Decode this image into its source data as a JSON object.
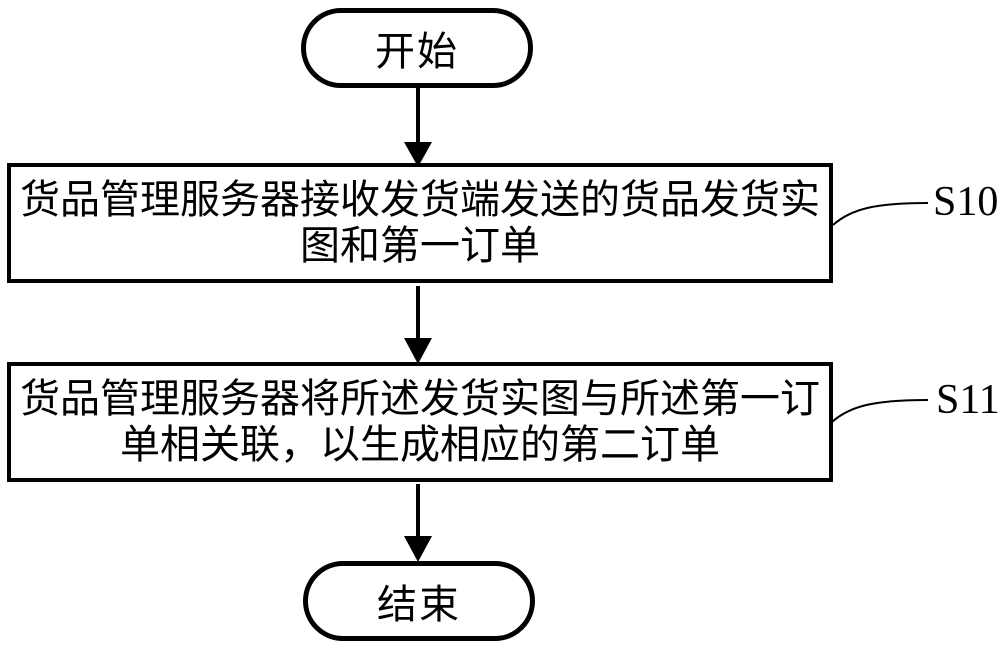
{
  "diagram": {
    "type": "flowchart",
    "background_color": "#ffffff",
    "stroke_color": "#000000",
    "start_node": {
      "label": "开始"
    },
    "steps": [
      {
        "tag": "S10",
        "text": "货品管理服务器接收发货端发送的货品发货实图和第一订单",
        "lines": [
          "货品管理服务器接收发货端发送的货品发货实",
          "图和第一订单"
        ]
      },
      {
        "tag": "S11",
        "text": "货品管理服务器将所述发货实图与所述第一订单相关联，以生成相应的第二订单",
        "lines": [
          "货品管理服务器将所述发货实图与所述第一订",
          "单相关联，以生成相应的第二订单"
        ]
      }
    ],
    "end_node": {
      "label": "结束"
    }
  }
}
